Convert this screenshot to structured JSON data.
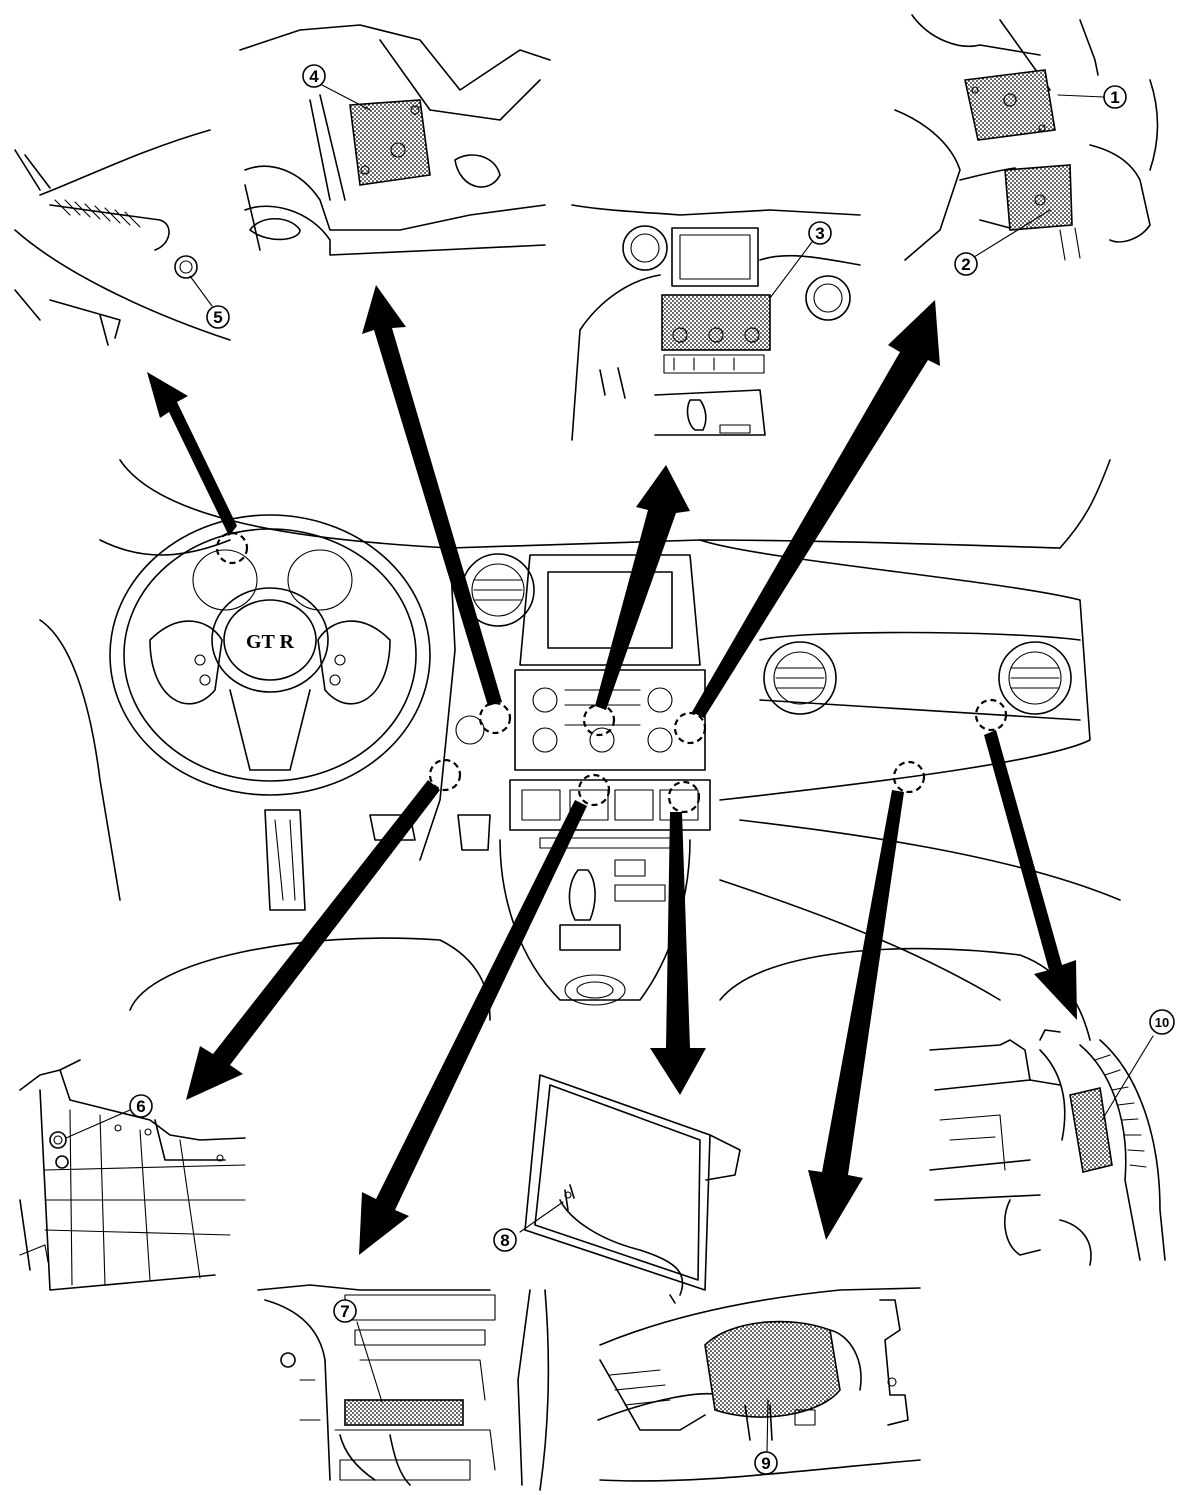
{
  "colors": {
    "ink": "#000000",
    "paper": "#ffffff",
    "shade": "#b5b5b5"
  },
  "dashboard": {
    "logo_text": "GT R"
  },
  "callouts": [
    {
      "id": "c1",
      "label": "1"
    },
    {
      "id": "c2",
      "label": "2"
    },
    {
      "id": "c3",
      "label": "3"
    },
    {
      "id": "c4",
      "label": "4"
    },
    {
      "id": "c5",
      "label": "5"
    },
    {
      "id": "c6",
      "label": "6"
    },
    {
      "id": "c7",
      "label": "7"
    },
    {
      "id": "c8",
      "label": "8"
    },
    {
      "id": "c9",
      "label": "9"
    },
    {
      "id": "c10",
      "label": "10"
    }
  ]
}
